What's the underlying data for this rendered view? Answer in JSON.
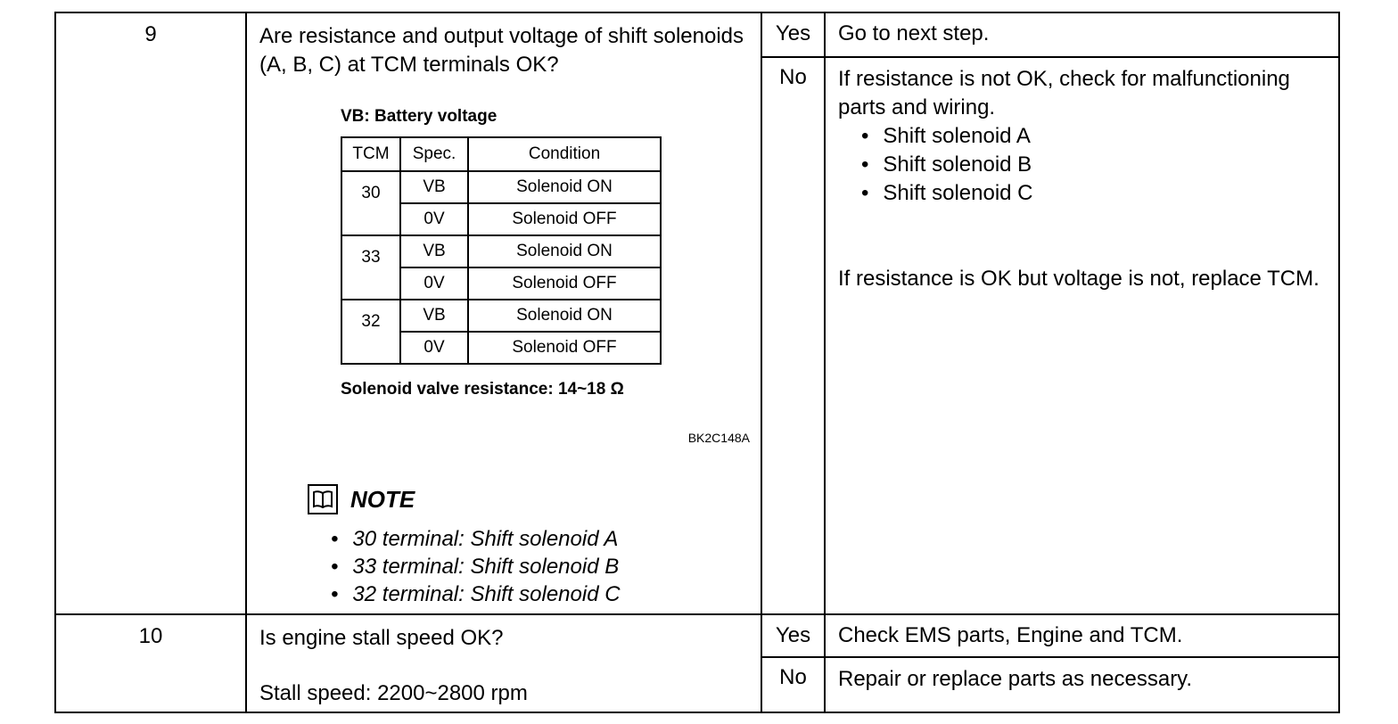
{
  "step9": {
    "number": "9",
    "question": "Are resistance and output voltage of shift solenoids (A, B, C) at TCM terminals OK?",
    "vb_caption": "VB: Battery voltage",
    "table": {
      "headers": [
        "TCM",
        "Spec.",
        "Condition"
      ],
      "rows": [
        {
          "tcm": "30",
          "on_spec": "VB",
          "on_cond": "Solenoid ON",
          "off_spec": "0V",
          "off_cond": "Solenoid OFF"
        },
        {
          "tcm": "33",
          "on_spec": "VB",
          "on_cond": "Solenoid ON",
          "off_spec": "0V",
          "off_cond": "Solenoid OFF"
        },
        {
          "tcm": "32",
          "on_spec": "VB",
          "on_cond": "Solenoid ON",
          "off_spec": "0V",
          "off_cond": "Solenoid OFF"
        }
      ]
    },
    "resistance_caption": "Solenoid valve resistance: 14~18 Ω",
    "figure_code": "BK2C148A",
    "note_label": "NOTE",
    "notes": [
      "30 terminal: Shift solenoid A",
      "33 terminal: Shift solenoid B",
      "32 terminal: Shift solenoid C"
    ],
    "yes_label": "Yes",
    "yes_result": "Go to next step.",
    "no_label": "No",
    "no_result_1": "If resistance is not OK, check for malfunctioning parts and wiring.",
    "no_parts": [
      "Shift solenoid A",
      "Shift solenoid B",
      "Shift solenoid C"
    ],
    "no_result_2": "If resistance is OK but voltage is not, replace TCM."
  },
  "step10": {
    "number": "10",
    "question": "Is engine stall speed OK?",
    "stall_speed": "Stall speed:  2200~2800 rpm",
    "yes_label": "Yes",
    "yes_result": "Check EMS parts, Engine and TCM.",
    "no_label": "No",
    "no_result": "Repair or replace parts as necessary."
  }
}
